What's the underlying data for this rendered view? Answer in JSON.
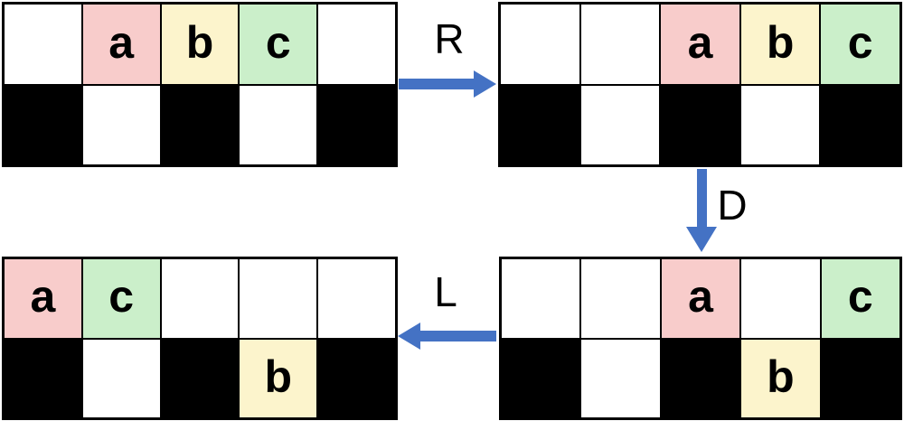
{
  "diagram": {
    "description": "Sliding-tile puzzle move sequence: four board states connected by move arrows",
    "grid_rows": 2,
    "grid_cols": 5
  },
  "colors": {
    "tile_a": "#F8CCCB",
    "tile_b": "#FCF4CC",
    "tile_c": "#CBEFCA",
    "wall": "#000000",
    "empty": "#FFFFFF",
    "arrow": "#4472C4"
  },
  "moves": [
    {
      "label": "R",
      "direction": "right",
      "from": "state-1",
      "to": "state-2"
    },
    {
      "label": "D",
      "direction": "down",
      "from": "state-2",
      "to": "state-3"
    },
    {
      "label": "L",
      "direction": "left",
      "from": "state-3",
      "to": "state-4"
    }
  ],
  "grids": [
    {
      "name": "state-1",
      "position": "top-left",
      "rows": [
        [
          "",
          "a",
          "b",
          "c",
          ""
        ],
        [
          "#",
          "",
          "#",
          "",
          "#"
        ]
      ]
    },
    {
      "name": "state-2",
      "position": "top-right",
      "rows": [
        [
          "",
          "",
          "a",
          "b",
          "c"
        ],
        [
          "#",
          "",
          "#",
          "",
          "#"
        ]
      ]
    },
    {
      "name": "state-3",
      "position": "bottom-right",
      "rows": [
        [
          "",
          "",
          "a",
          "",
          "c"
        ],
        [
          "#",
          "",
          "#",
          "b",
          "#"
        ]
      ]
    },
    {
      "name": "state-4",
      "position": "bottom-left",
      "rows": [
        [
          "a",
          "c",
          "",
          "",
          ""
        ],
        [
          "#",
          "",
          "#",
          "b",
          "#"
        ]
      ]
    }
  ]
}
